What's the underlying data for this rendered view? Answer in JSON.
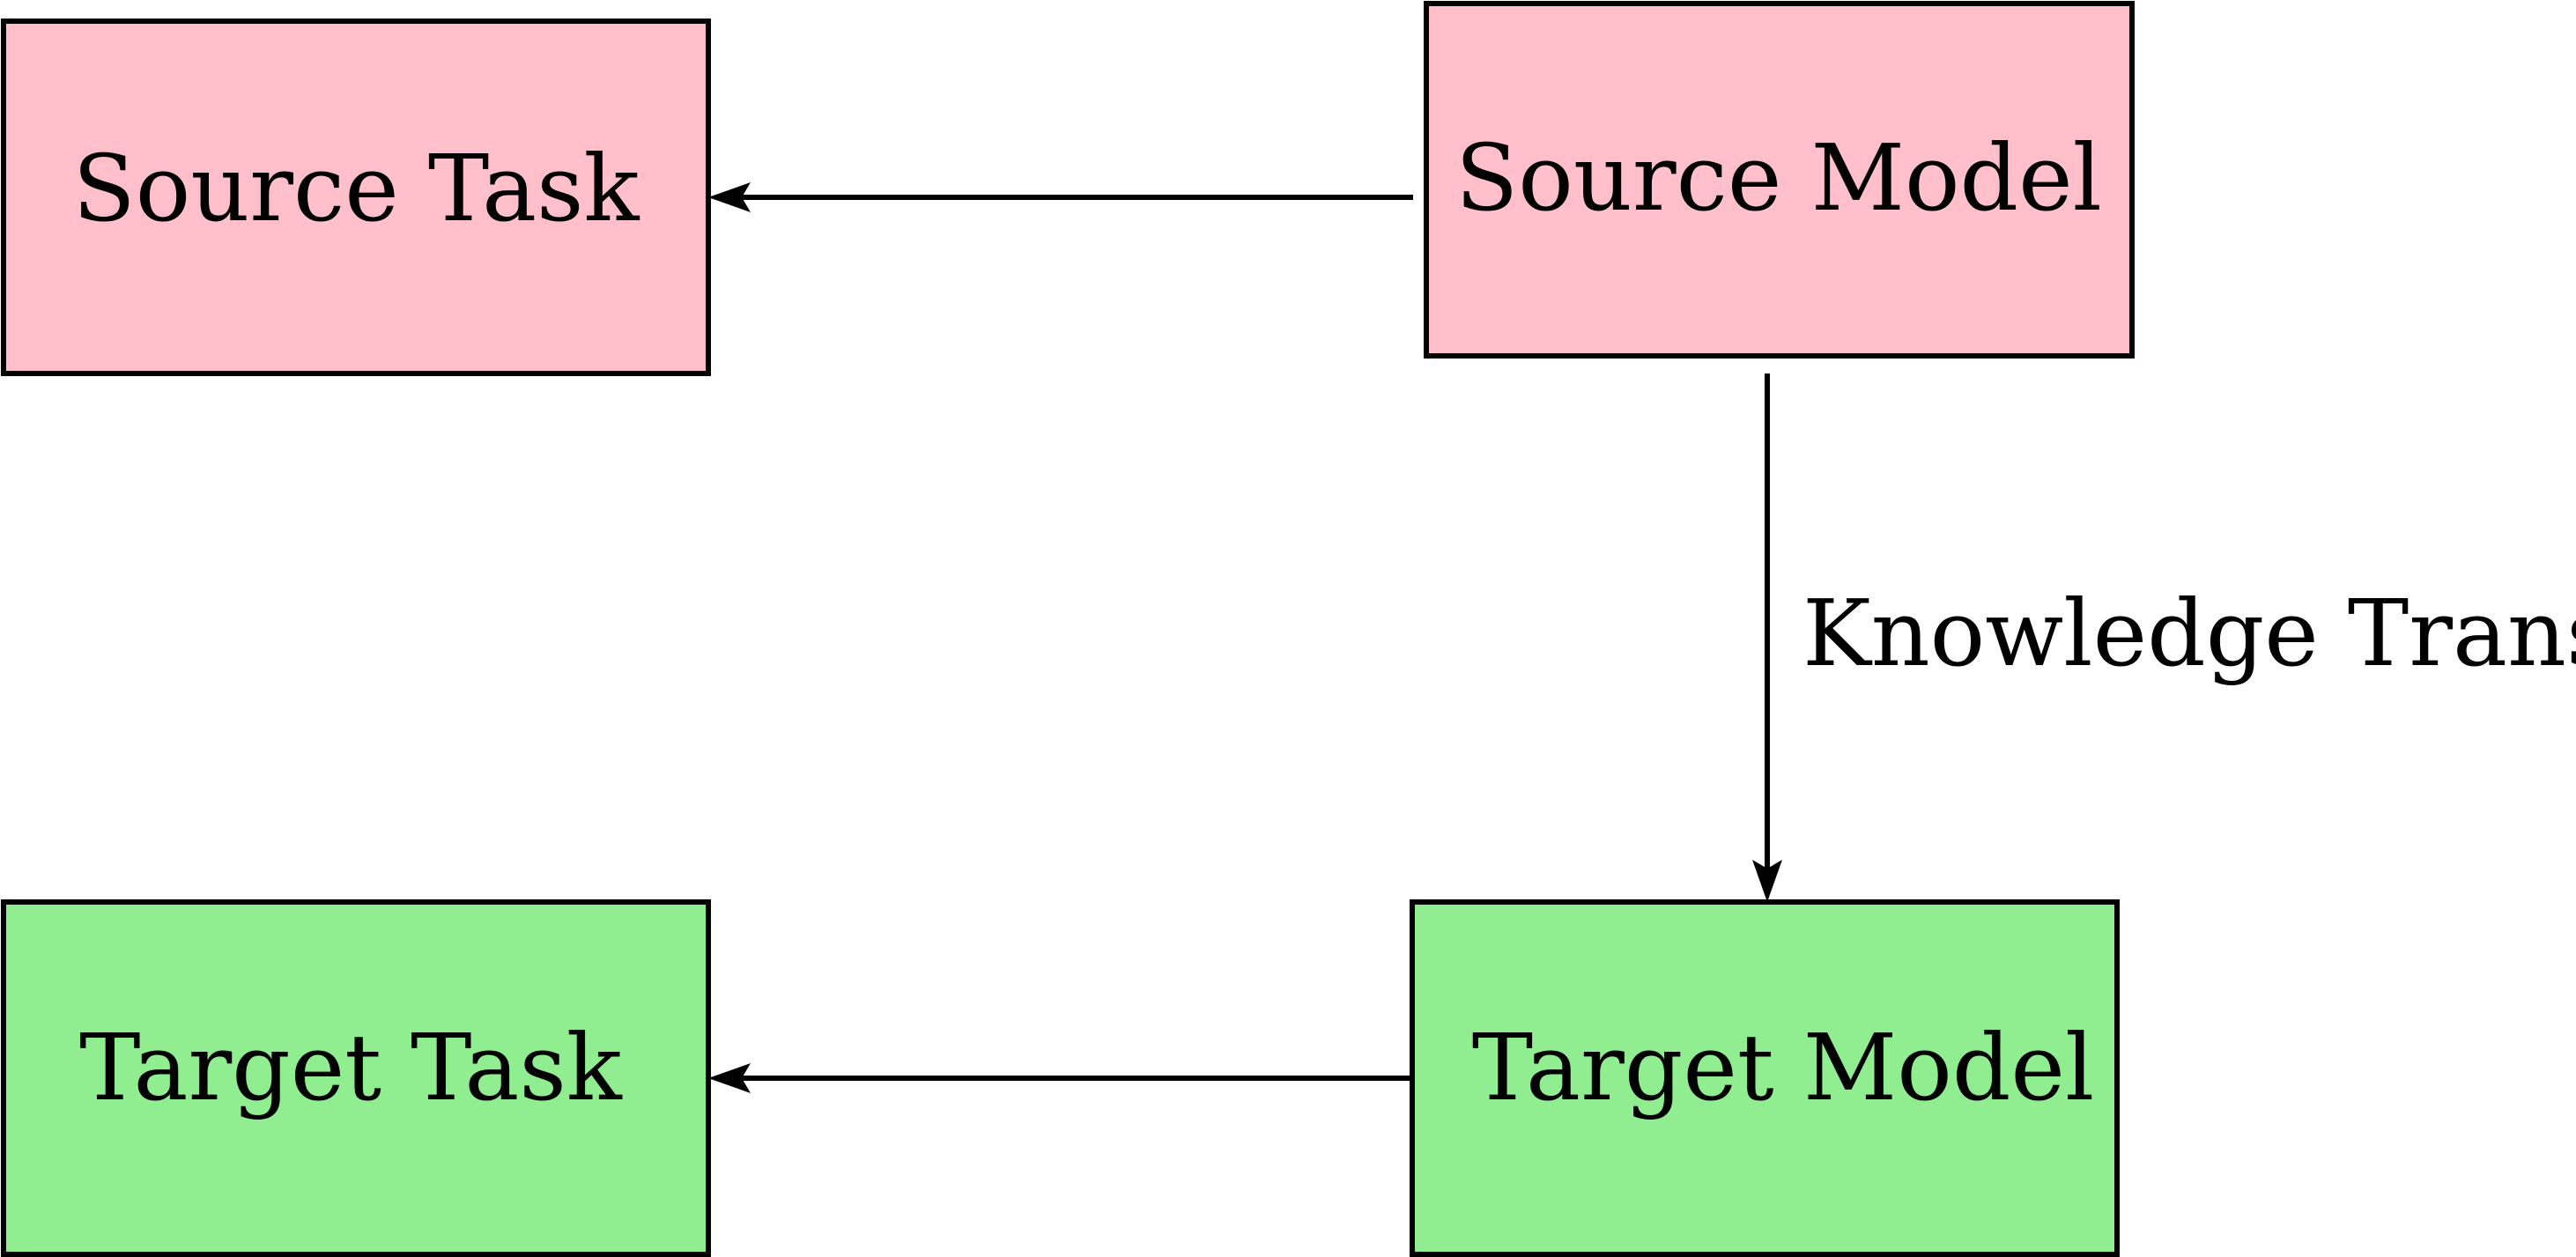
{
  "nodes": {
    "source_task": {
      "label": "Source Task",
      "fill": "#FFC0CB"
    },
    "source_model": {
      "label": "Source Model",
      "fill": "#FFC0CB"
    },
    "target_task": {
      "label": "Target Task",
      "fill": "#90EE90"
    },
    "target_model": {
      "label": "Target Model",
      "fill": "#90EE90"
    }
  },
  "edges": [
    {
      "from": "source_model",
      "to": "source_task",
      "label": ""
    },
    {
      "from": "source_model",
      "to": "target_model",
      "label": "Knowledge Transfer"
    },
    {
      "from": "target_model",
      "to": "target_task",
      "label": ""
    }
  ],
  "colors": {
    "stroke": "#000000",
    "source_fill": "#FFC0CB",
    "target_fill": "#90EE90"
  }
}
